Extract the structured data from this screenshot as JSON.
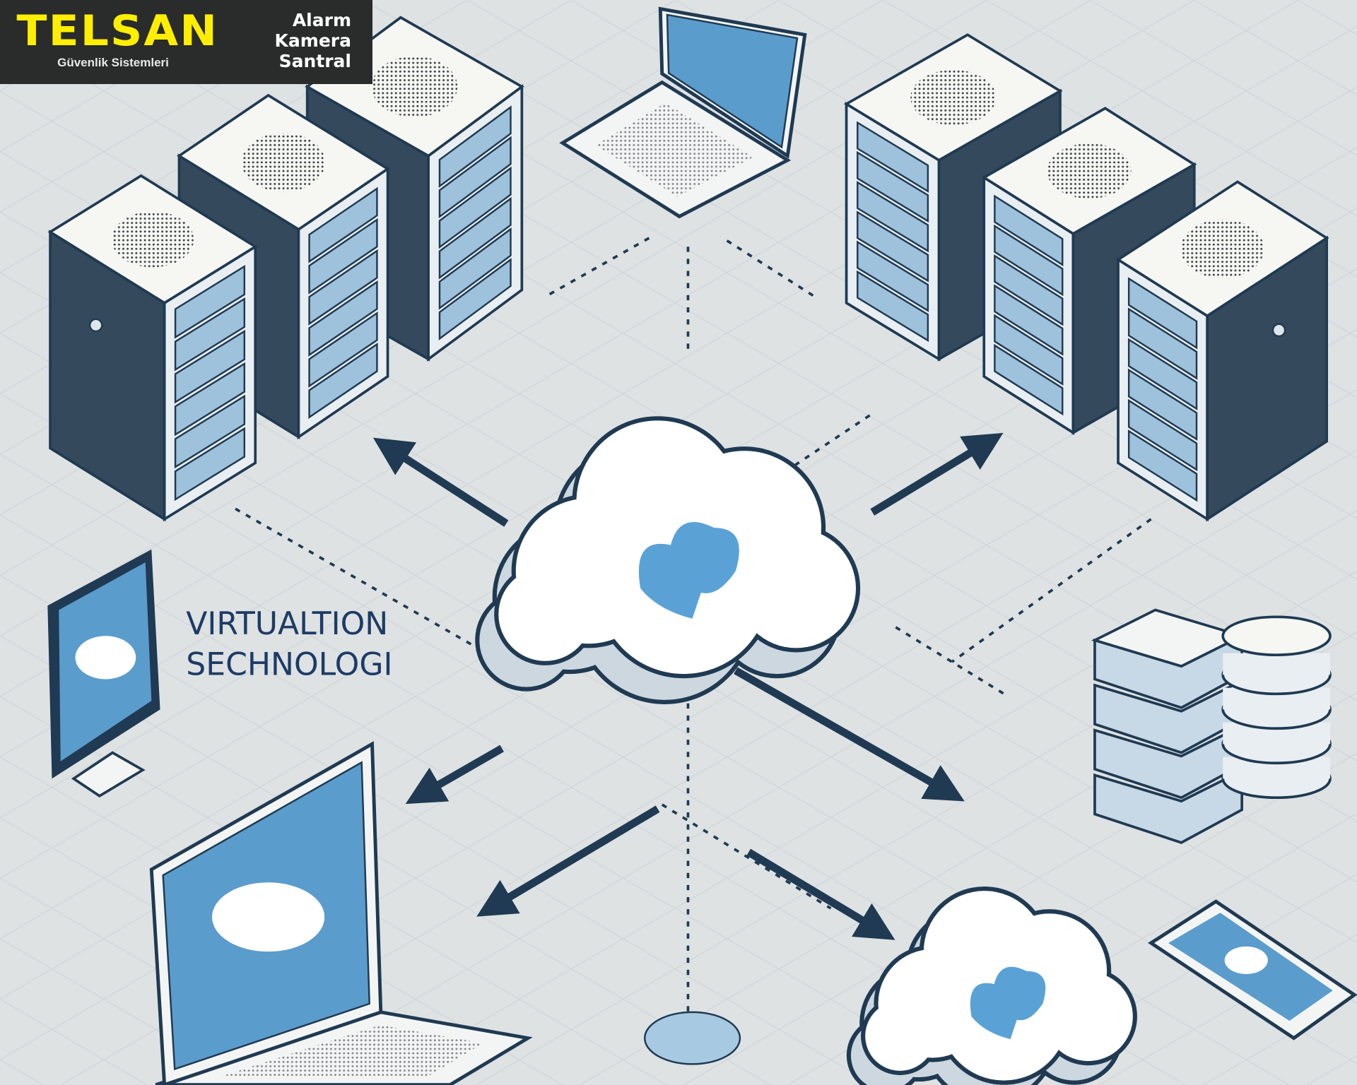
{
  "logo": {
    "brand": "TELSAN",
    "tagline": "Güvenlik Sistemleri",
    "services": [
      "Alarm",
      "Kamera",
      "Santral"
    ]
  },
  "illustration": {
    "label_line1": "VIRTUALTION",
    "label_line2": "SECHNOLOGI"
  },
  "colors": {
    "background": "#dee2e3",
    "logo_bg": "#2a2b2b",
    "brand_yellow": "#ffee00",
    "outline": "#1f3a52",
    "screen_blue": "#5a9ccc",
    "server_dark": "#34495c"
  }
}
